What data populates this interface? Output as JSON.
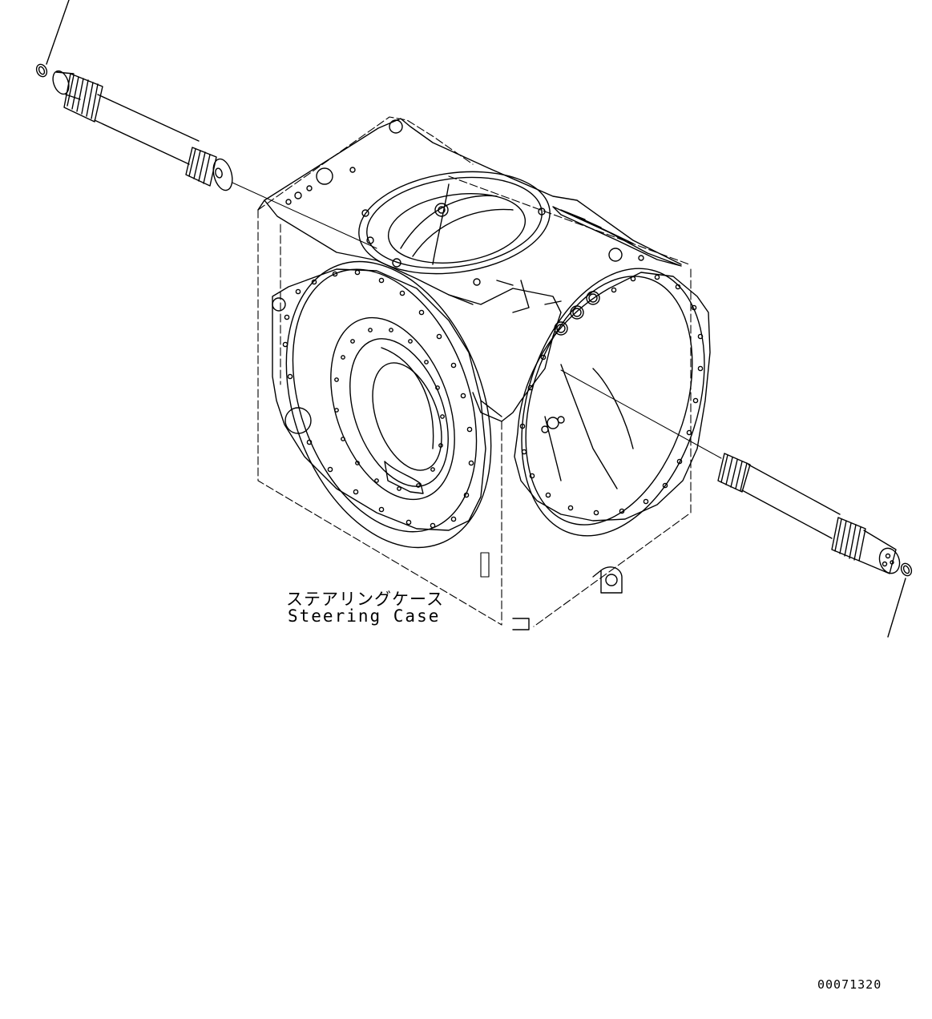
{
  "labels": {
    "part_name_jp": "ステアリングケース",
    "part_name_en": "Steering Case",
    "drawing_number": "00071320"
  },
  "colors": {
    "line": "#000000",
    "background": "#ffffff"
  }
}
